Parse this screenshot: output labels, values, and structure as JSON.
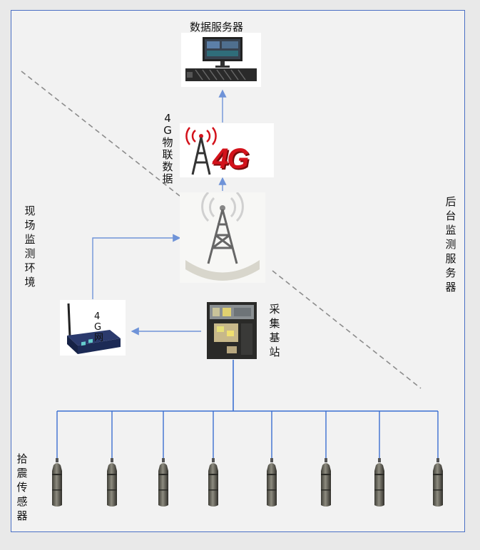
{
  "labels": {
    "data_server": "数据服务器",
    "iot_4g": "4G物联数据",
    "field_env": "现场监测环境",
    "backend": "后台监测服务器",
    "gateway": "4G网",
    "base_station": "采集基站",
    "sensors": "拾震传感器",
    "logo_4g": "4G"
  },
  "colors": {
    "frame": "#4a6fc4",
    "arrow": "#6f93d8",
    "wire": "#3b6fd1",
    "logo_red": "#d3121b",
    "dashed": "#8c8c8c"
  },
  "sensor_count": 8
}
